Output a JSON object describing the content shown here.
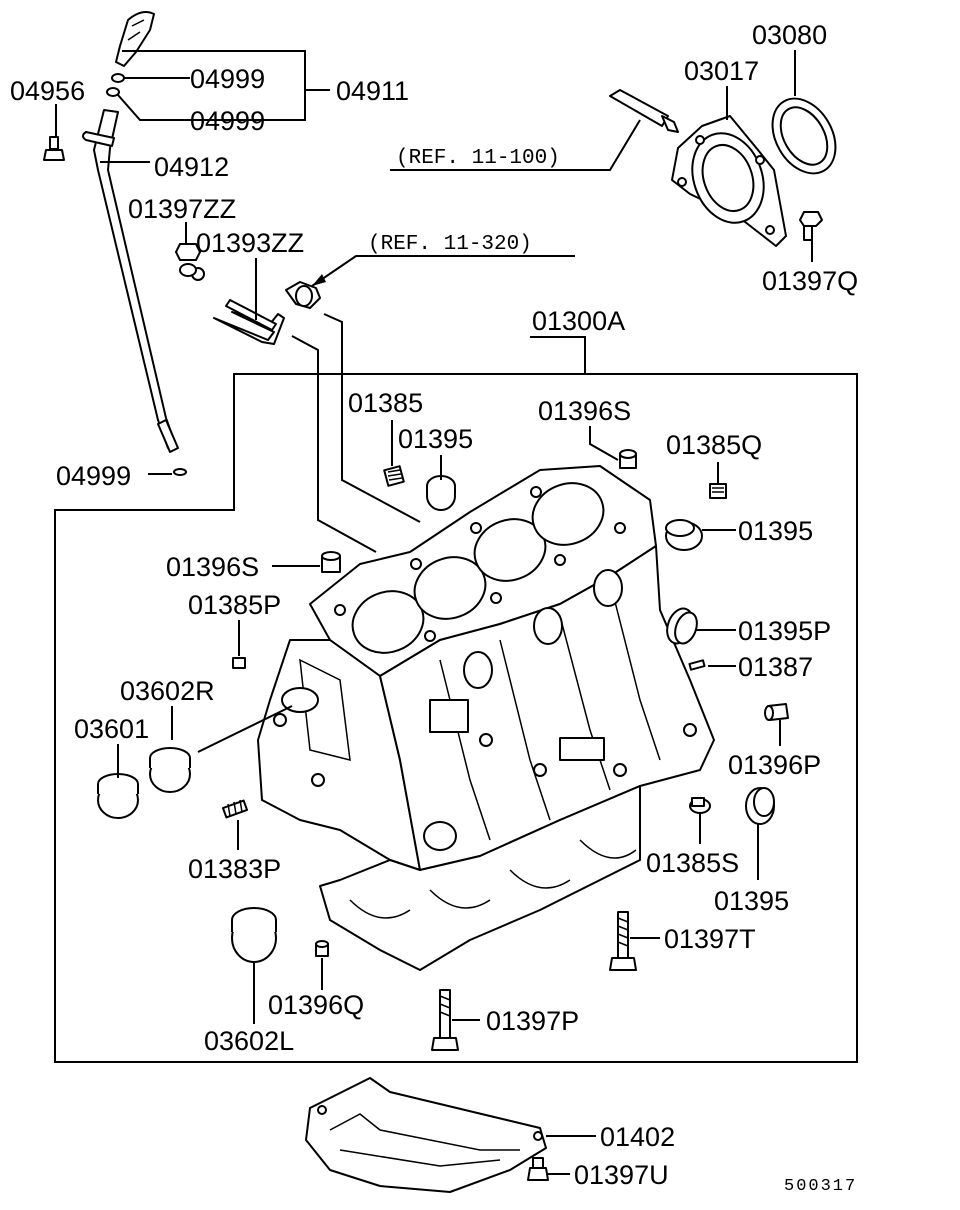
{
  "diagram_code": "500317",
  "refs": {
    "ref_11_100": "(REF. 11-100)",
    "ref_11_320": "(REF. 11-320)"
  },
  "labels": {
    "p04956": "04956",
    "p04999_a": "04999",
    "p04999_b": "04999",
    "p04911": "04911",
    "p04912": "04912",
    "p01397ZZ": "01397ZZ",
    "p01393ZZ": "01393ZZ",
    "p04999_c": "04999",
    "p03080": "03080",
    "p03017": "03017",
    "p01397Q": "01397Q",
    "p01300A": "01300A",
    "p01385": "01385",
    "p01395_a": "01395",
    "p01396S_a": "01396S",
    "p01385Q": "01385Q",
    "p01395_b": "01395",
    "p01396S_b": "01396S",
    "p01385P": "01385P",
    "p01395P": "01395P",
    "p01387": "01387",
    "p03602R": "03602R",
    "p03601": "03601",
    "p01396P": "01396P",
    "p01383P": "01383P",
    "p01385S": "01385S",
    "p01395_c": "01395",
    "p01397T": "01397T",
    "p01396Q": "01396Q",
    "p01397P": "01397P",
    "p03602L": "03602L",
    "p01402": "01402",
    "p01397U": "01397U"
  }
}
